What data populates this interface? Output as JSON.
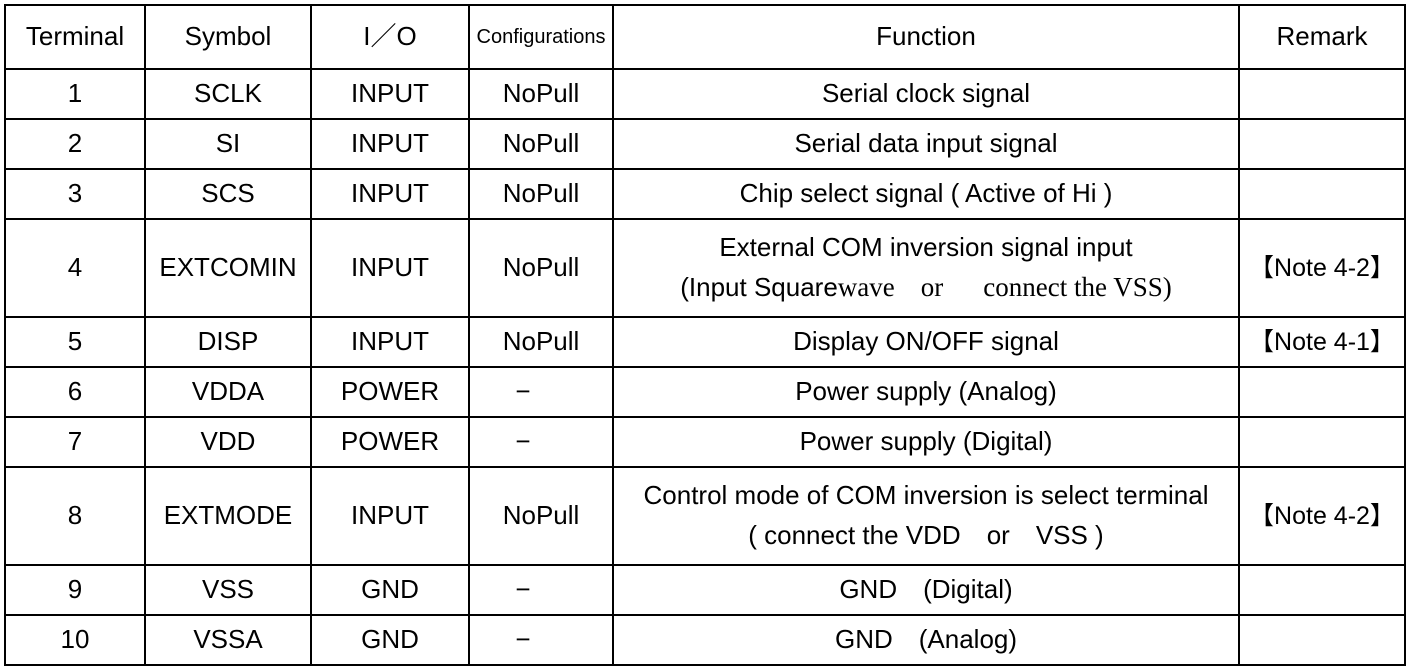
{
  "table": {
    "headers": [
      {
        "key": "terminal",
        "label": "Terminal"
      },
      {
        "key": "symbol",
        "label": "Symbol"
      },
      {
        "key": "io",
        "label": "I／O"
      },
      {
        "key": "config",
        "label": "Configurations"
      },
      {
        "key": "function",
        "label": "Function"
      },
      {
        "key": "remark",
        "label": "Remark"
      }
    ],
    "rows": [
      {
        "terminal": "1",
        "symbol": "SCLK",
        "io": "INPUT",
        "config": "NoPull",
        "function_line1": "Serial clock signal",
        "function_line2": "",
        "remark": ""
      },
      {
        "terminal": "2",
        "symbol": "SI",
        "io": "INPUT",
        "config": "NoPull",
        "function_line1": "Serial data input signal",
        "function_line2": "",
        "remark": ""
      },
      {
        "terminal": "3",
        "symbol": "SCS",
        "io": "INPUT",
        "config": "NoPull",
        "function_line1": "Chip select signal ( Active of Hi )",
        "function_line2": "",
        "remark": ""
      },
      {
        "terminal": "4",
        "symbol": "EXTCOMIN",
        "io": "INPUT",
        "config": "NoPull",
        "function_line1": "External COM inversion signal input",
        "function_line2_a": "(Input Square",
        "function_line2_b": "wave",
        "function_line2_c": "or",
        "function_line2_d": "connect the VSS)",
        "remark": "【Note 4-2】"
      },
      {
        "terminal": "5",
        "symbol": "DISP",
        "io": "INPUT",
        "config": "NoPull",
        "function_line1": "Display ON/OFF signal",
        "function_line2": "",
        "remark": "【Note 4-1】"
      },
      {
        "terminal": "6",
        "symbol": "VDDA",
        "io": "POWER",
        "config": "−",
        "function_line1": "Power supply (Analog)",
        "function_line2": "",
        "remark": ""
      },
      {
        "terminal": "7",
        "symbol": "VDD",
        "io": "POWER",
        "config": "−",
        "function_line1": "Power supply (Digital)",
        "function_line2": "",
        "remark": ""
      },
      {
        "terminal": "8",
        "symbol": "EXTMODE",
        "io": "INPUT",
        "config": "NoPull",
        "function_line1": "Control mode of COM inversion is select terminal",
        "function_line2_a": "( connect the VDD",
        "function_line2_c": "or",
        "function_line2_d": "VSS )",
        "remark": "【Note 4-2】"
      },
      {
        "terminal": "9",
        "symbol": "VSS",
        "io": "GND",
        "config": "−",
        "function_line1_a": "GND",
        "function_line1_b": "(Digital)",
        "function_line2": "",
        "remark": ""
      },
      {
        "terminal": "10",
        "symbol": "VSSA",
        "io": "GND",
        "config": "−",
        "function_line1_a": "GND",
        "function_line1_b": "(Analog)",
        "function_line2": "",
        "remark": ""
      }
    ]
  },
  "colors": {
    "border": "#000000",
    "background": "#ffffff",
    "text": "#000000"
  }
}
